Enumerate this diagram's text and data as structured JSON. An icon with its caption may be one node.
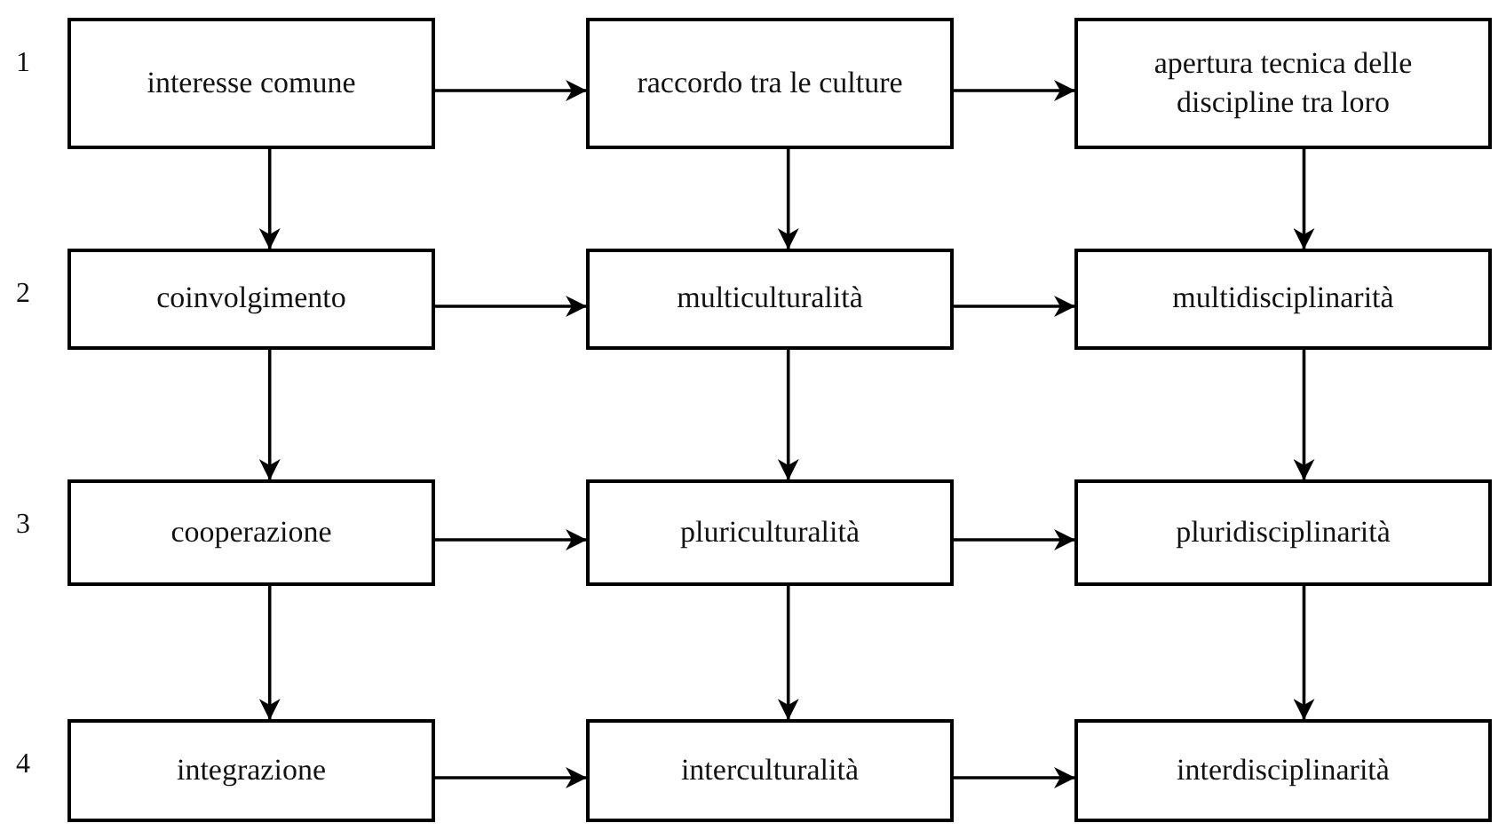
{
  "diagram": {
    "nodes": [
      {
        "text": [
          "interesse comune"
        ]
      },
      {
        "text": [
          "raccordo tra le culture"
        ]
      },
      {
        "text": [
          "apertura tecnica delle discipline tra loro"
        ]
      },
      {
        "text": [
          "coinvolgimento"
        ]
      },
      {
        "text": [
          "multiculturalità"
        ]
      },
      {
        "text": [
          "multidisciplinarità"
        ]
      },
      {
        "text": [
          "cooperazione"
        ]
      },
      {
        "text": [
          "pluriculturalità"
        ]
      },
      {
        "text": [
          "pluridisciplinarità"
        ]
      },
      {
        "text": [
          "integrazione"
        ]
      },
      {
        "text": [
          "interculturalità"
        ]
      },
      {
        "text": [
          "interdisciplinarità"
        ]
      }
    ],
    "edges": [
      {
        "from": 0,
        "to": 1,
        "arrow": "to"
      },
      {
        "from": 1,
        "to": 2,
        "arrow": "to"
      },
      {
        "from": 0,
        "to": 3,
        "arrow": "to"
      },
      {
        "from": 1,
        "to": 4,
        "arrow": "to"
      },
      {
        "from": 2,
        "to": 5,
        "arrow": "to"
      },
      {
        "from": 3,
        "to": 4,
        "arrow": "to"
      },
      {
        "from": 4,
        "to": 5,
        "arrow": "to"
      },
      {
        "from": 3,
        "to": 6,
        "arrow": "to"
      },
      {
        "from": 4,
        "to": 7,
        "arrow": "to"
      },
      {
        "from": 5,
        "to": 8,
        "arrow": "to"
      },
      {
        "from": 6,
        "to": 7,
        "arrow": "to"
      },
      {
        "from": 7,
        "to": 8,
        "arrow": "to"
      },
      {
        "from": 6,
        "to": 9,
        "arrow": "to"
      },
      {
        "from": 7,
        "to": 10,
        "arrow": "to"
      },
      {
        "from": 8,
        "to": 11,
        "arrow": "to"
      },
      {
        "from": 9,
        "to": 10,
        "arrow": "to"
      },
      {
        "from": 10,
        "to": 11,
        "arrow": "to"
      }
    ],
    "labels": [
      "1",
      "2",
      "3",
      "4"
    ]
  }
}
